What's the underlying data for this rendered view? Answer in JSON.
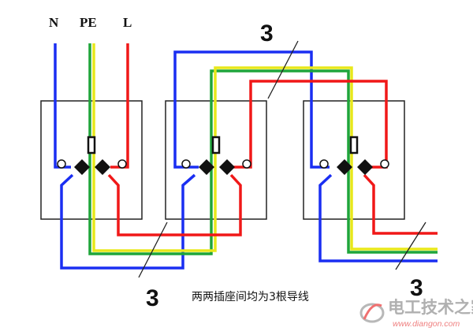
{
  "terminals": {
    "n": "N",
    "pe": "PE",
    "l": "L"
  },
  "conductor_counts": {
    "top": "3",
    "left_bottom": "3",
    "right_bottom": "3"
  },
  "caption": "两两插座间均为3根导线",
  "watermark": {
    "text": "电工技术之家",
    "url": "www.diangon.com"
  },
  "wire_colors": {
    "neutral": "#1a2ef2",
    "earth_green": "#1fa53a",
    "earth_yellow": "#e8e81a",
    "live": "#f01818"
  },
  "sockets": [
    {
      "id": "socket-1"
    },
    {
      "id": "socket-2"
    },
    {
      "id": "socket-3"
    }
  ]
}
